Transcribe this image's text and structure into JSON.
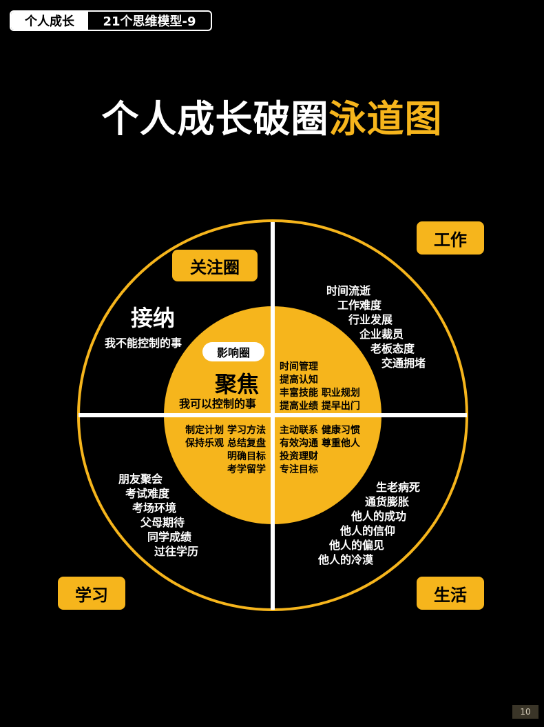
{
  "header": {
    "category": "个人成长",
    "series": "21个思维模型-9"
  },
  "title": {
    "main": "个人成长破圈",
    "highlight": "泳道图"
  },
  "colors": {
    "accent": "#F6B51C",
    "background": "#000000",
    "line": "#FFFFFF"
  },
  "outer_circle": {
    "label": "关注圈",
    "heading": "接纳",
    "subheading": "我不能控制的事"
  },
  "inner_circle": {
    "label": "影响圈",
    "heading": "聚焦",
    "subheading": "我可以控制的事"
  },
  "quadrants": {
    "work": {
      "label": "工作",
      "outer_items": [
        "时间流逝",
        "工作难度",
        "行业发展",
        "企业裁员",
        "老板态度",
        "交通拥堵"
      ],
      "inner_items": [
        "时间管理",
        "提高认知",
        "丰富技能  职业规划",
        "提高业绩  提早出门"
      ]
    },
    "study": {
      "label": "学习",
      "outer_items": [
        "朋友聚会",
        "考试难度",
        "考场环境",
        "父母期待",
        "同学成绩",
        "过往学历"
      ],
      "inner_items": [
        "制定计划  学习方法",
        "保持乐观  总结复盘",
        "明确目标",
        "考学留学"
      ]
    },
    "life": {
      "label": "生活",
      "outer_items": [
        "生老病死",
        "通货膨胀",
        "他人的成功",
        "他人的信仰",
        "他人的偏见",
        "他人的冷漠"
      ],
      "inner_items": [
        "主动联系  健康习惯",
        "有效沟通  尊重他人",
        "投资理财",
        "专注目标"
      ]
    }
  },
  "page_number": "10"
}
